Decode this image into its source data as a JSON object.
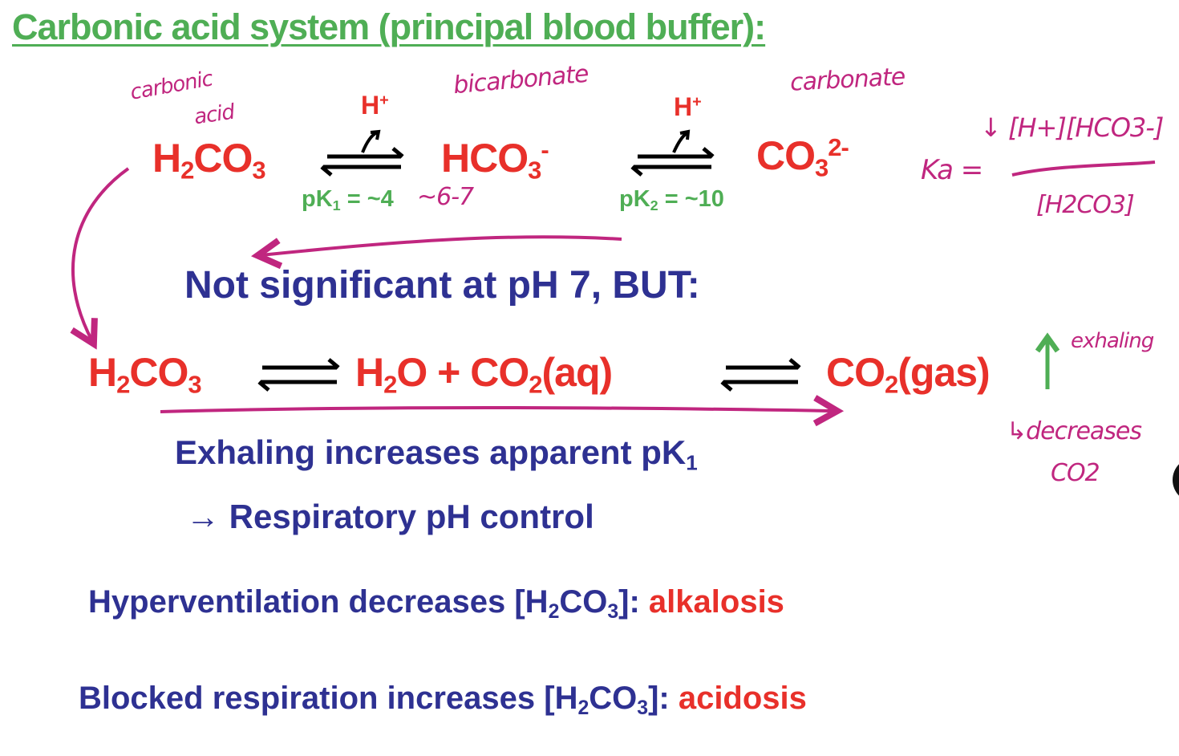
{
  "title": "Carbonic acid system (principal blood buffer):",
  "row1": {
    "h2co3": [
      "H",
      "2",
      "CO",
      "3"
    ],
    "hco3": [
      "HCO",
      "3",
      "-"
    ],
    "co3": [
      "CO",
      "3",
      "2-"
    ],
    "h_plus_1": [
      "H",
      "+"
    ],
    "h_plus_2": [
      "H",
      "+"
    ],
    "pk1": [
      "pK",
      "1",
      " = ~4"
    ],
    "pk2": [
      "pK",
      "2",
      " = ~10"
    ]
  },
  "not_significant": "Not significant at pH 7, BUT:",
  "row2": {
    "h2co3": [
      "H",
      "2",
      "CO",
      "3"
    ],
    "h2o_co2": [
      "H",
      "2",
      "O + CO",
      "2",
      "(aq)"
    ],
    "co2_gas": [
      "CO",
      "2",
      "(gas)"
    ]
  },
  "exhaling": [
    "Exhaling increases apparent pK",
    "1"
  ],
  "respiratory": "→ Respiratory pH control",
  "hyperventilation": [
    "Hyperventilation decreases [H",
    "2",
    "CO",
    "3",
    "]: ",
    "alkalosis"
  ],
  "blocked": [
    "Blocked respiration increases [H",
    "2",
    "CO",
    "3",
    "]: ",
    "acidosis"
  ],
  "annotations": {
    "carbonic_acid": [
      "carbonic",
      "acid"
    ],
    "bicarbonate": "bicarbonate",
    "carbonate": "carbonate",
    "pk1_note": "~6-7",
    "ka_label": "Ka =",
    "ka_numerator": "↓ [H+][HCO3-]",
    "ka_denominator": "[H2CO3]",
    "exhaling": "exhaling",
    "decreases_co2": [
      "↳decreases",
      "CO2"
    ]
  },
  "colors": {
    "green": "#4fae55",
    "red": "#e8302a",
    "navy": "#2e3192",
    "magenta": "#c0267f"
  }
}
